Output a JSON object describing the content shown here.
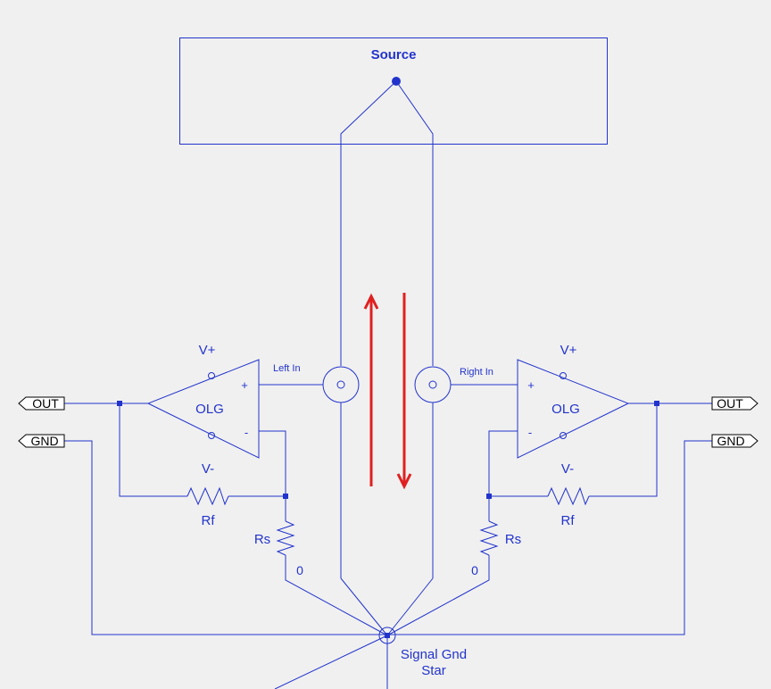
{
  "colors": {
    "wire": "#2233cc",
    "arrow": "#e02020",
    "background": "#f0f0f0",
    "port_fill": "#ffffff"
  },
  "source": {
    "label": "Source"
  },
  "inputs": {
    "left": "Left In",
    "right": "Right In"
  },
  "left_amp": {
    "name": "OLG",
    "plus": "+",
    "minus": "-",
    "vplus": "V+",
    "vminus": "V-",
    "rf": "Rf",
    "rs": "Rs",
    "ground_node": "0"
  },
  "right_amp": {
    "name": "OLG",
    "plus": "+",
    "minus": "-",
    "vplus": "V+",
    "vminus": "V-",
    "rf": "Rf",
    "rs": "Rs",
    "ground_node": "0"
  },
  "ports": {
    "left_out": "OUT",
    "left_gnd": "GND",
    "right_out": "OUT",
    "right_gnd": "GND"
  },
  "star": {
    "line1": "Signal Gnd",
    "line2": "Star"
  }
}
